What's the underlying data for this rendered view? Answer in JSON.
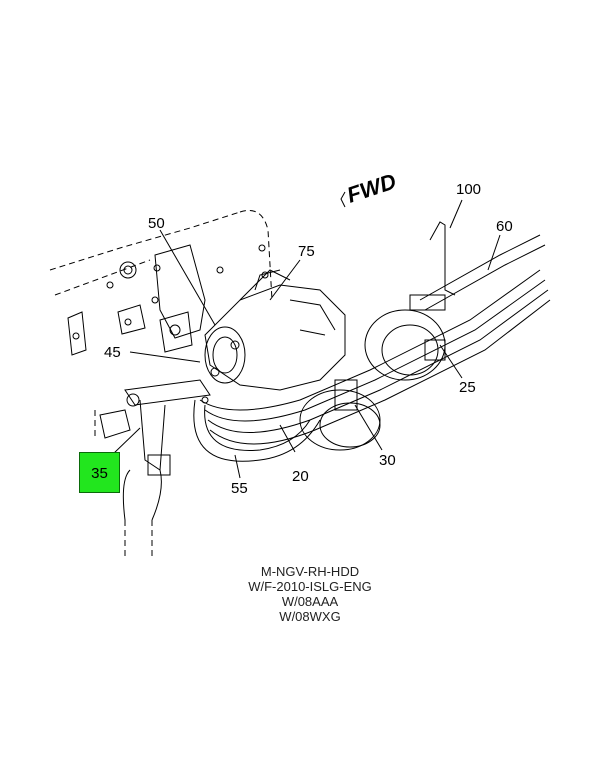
{
  "diagram": {
    "direction_label": "FWD",
    "callouts": [
      "50",
      "75",
      "100",
      "60",
      "45",
      "25",
      "30",
      "20",
      "55",
      "35"
    ],
    "highlighted_callout": "35",
    "highlight_color": "#22e61e",
    "caption_lines": [
      "M-NGV-RH-HDD",
      "W/F-2010-ISLG-ENG",
      "W/08AAA",
      "W/08WXG"
    ]
  }
}
